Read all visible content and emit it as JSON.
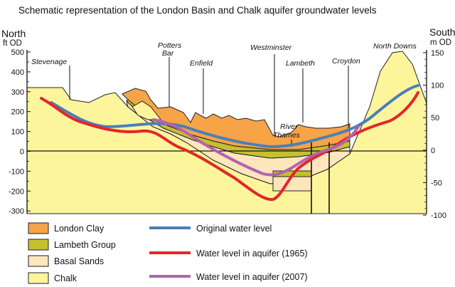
{
  "title": "Schematic representation of the London Basin and Chalk aquifer groundwater levels",
  "axes": {
    "left_heading": "North",
    "left_unit": "ft OD",
    "right_heading": "South",
    "right_unit": "m OD",
    "left_ticks": [
      "500",
      "400",
      "300",
      "200",
      "100",
      "0",
      "-100",
      "-200",
      "-300"
    ],
    "right_ticks": [
      "150",
      "100",
      "50",
      "0",
      "-50",
      "-100"
    ]
  },
  "places": {
    "stevenage": "Stevenage",
    "potters_1": "Potters",
    "potters_2": "Bar",
    "enfield": "Enfield",
    "westminster": "Westminster",
    "lambeth": "Lambeth",
    "croydon": "Croydon",
    "north_downs": "North Downs",
    "river_1": "River",
    "river_2": "Thames"
  },
  "legend": {
    "strata": [
      {
        "label": "London Clay",
        "color": "#f7a348"
      },
      {
        "label": "Lambeth Group",
        "color": "#c5c030"
      },
      {
        "label": "Basal Sands",
        "color": "#fde6bc"
      },
      {
        "label": "Chalk",
        "color": "#fdf59c"
      }
    ],
    "lines": [
      {
        "label": "Original water level",
        "color": "#4a7fb8"
      },
      {
        "label": "Water level in aquifer (1965)",
        "color": "#e3262a"
      },
      {
        "label": "Water level in aquifer (2007)",
        "color": "#b362b1"
      }
    ]
  }
}
